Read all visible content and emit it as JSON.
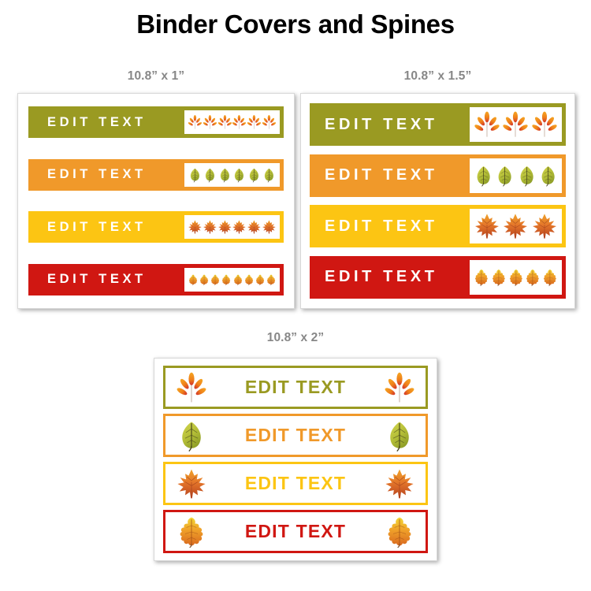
{
  "page": {
    "title": "Binder Covers and Spines",
    "background": "#ffffff",
    "title_color": "#000000"
  },
  "labels": {
    "sheet1": "10.8” x 1”",
    "sheet2": "10.8” x 1.5”",
    "sheet3": "10.8” x 2”",
    "color": "#878787"
  },
  "palette": {
    "olive": "#9a9a22",
    "orange": "#f0992a",
    "yellow": "#fcc513",
    "red": "#d01712",
    "white": "#ffffff",
    "sheet_border": "#d8d8d8"
  },
  "sheets": [
    {
      "name": "spine-sheet-1in",
      "size_label": "10.8” x 1”",
      "style": "filled",
      "spines": [
        {
          "text": "EDIT TEXT",
          "color": "#9a9a22",
          "text_color": "#ffffff",
          "leaf": "sumac-leaf-icon",
          "leaf_count": 6
        },
        {
          "text": "EDIT TEXT",
          "color": "#f0992a",
          "text_color": "#ffffff",
          "leaf": "birch-leaf-icon",
          "leaf_count": 6
        },
        {
          "text": "EDIT TEXT",
          "color": "#fcc513",
          "text_color": "#ffffff",
          "leaf": "maple-leaf-icon",
          "leaf_count": 6
        },
        {
          "text": "EDIT TEXT",
          "color": "#d01712",
          "text_color": "#ffffff",
          "leaf": "oak-leaf-icon",
          "leaf_count": 8
        }
      ]
    },
    {
      "name": "spine-sheet-1_5in",
      "size_label": "10.8” x 1.5”",
      "style": "filled",
      "spines": [
        {
          "text": "EDIT TEXT",
          "color": "#9a9a22",
          "text_color": "#ffffff",
          "leaf": "sumac-leaf-icon",
          "leaf_count": 3
        },
        {
          "text": "EDIT TEXT",
          "color": "#f0992a",
          "text_color": "#ffffff",
          "leaf": "birch-leaf-icon",
          "leaf_count": 4
        },
        {
          "text": "EDIT TEXT",
          "color": "#fcc513",
          "text_color": "#ffffff",
          "leaf": "maple-leaf-icon",
          "leaf_count": 3
        },
        {
          "text": "EDIT TEXT",
          "color": "#d01712",
          "text_color": "#ffffff",
          "leaf": "oak-leaf-icon",
          "leaf_count": 5
        }
      ]
    },
    {
      "name": "spine-sheet-2in",
      "size_label": "10.8” x 2”",
      "style": "outline",
      "spines": [
        {
          "text": "EDIT TEXT",
          "color": "#9a9a22",
          "text_color": "#9a9a22",
          "fill": "#ffffff",
          "leaf": "sumac-leaf-icon",
          "leaf_count": 2
        },
        {
          "text": "EDIT TEXT",
          "color": "#f0992a",
          "text_color": "#f0992a",
          "fill": "#ffffff",
          "leaf": "birch-leaf-icon",
          "leaf_count": 2
        },
        {
          "text": "EDIT TEXT",
          "color": "#fcc513",
          "text_color": "#fcc513",
          "fill": "#ffffff",
          "leaf": "maple-leaf-icon",
          "leaf_count": 2
        },
        {
          "text": "EDIT TEXT",
          "color": "#d01712",
          "text_color": "#d01712",
          "fill": "#ffffff",
          "leaf": "oak-leaf-icon",
          "leaf_count": 2
        }
      ]
    }
  ]
}
